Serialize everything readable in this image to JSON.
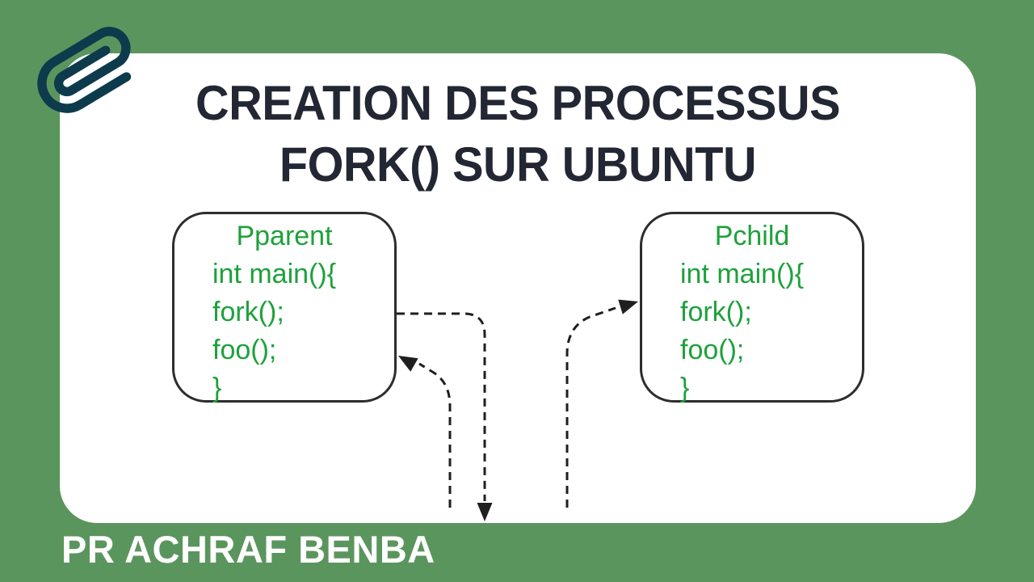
{
  "title": {
    "line1": "CREATION DES PROCESSUS",
    "line2": "FORK() SUR UBUNTU"
  },
  "diagram": {
    "parent_box": {
      "title": "Pparent",
      "lines": [
        "int main(){",
        "fork();",
        "foo();",
        "}"
      ]
    },
    "child_box": {
      "title": "Pchild",
      "lines": [
        "int main(){",
        "fork();",
        "foo();",
        "}"
      ]
    },
    "arrows": [
      "parent-fork-exit-down",
      "return-into-parent",
      "fork-into-child"
    ]
  },
  "footer": {
    "author": "PR ACHRAF BENBA"
  },
  "icons": {
    "paperclip": "paperclip-icon"
  },
  "colors": {
    "background": "#5B955E",
    "card": "#FFFFFF",
    "title_text": "#222733",
    "code_text": "#1EA13B",
    "paperclip": "#0D3B4C",
    "box_border": "#2D2D2D",
    "arrow": "#1F1F1F",
    "footer_text": "#FFFFFF"
  }
}
